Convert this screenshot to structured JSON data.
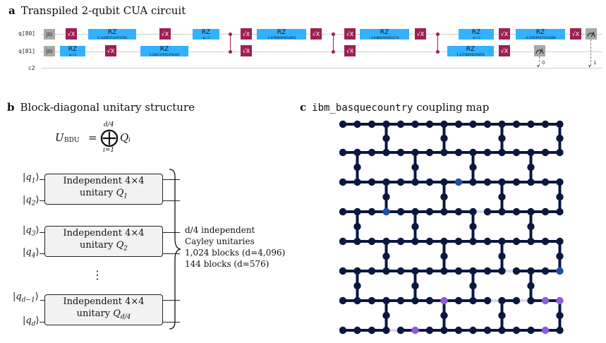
{
  "panel_a": {
    "letter": "a",
    "title": "Transpiled 2-qubit CUA circuit",
    "qubit0_label": "q[80]",
    "qubit1_label": "q[81]",
    "creg_label": "c2",
    "init_label": "|0⟩",
    "sx_label": "√X",
    "rz_label": "RZ",
    "params": [
      "0.142855514973784",
      "pi / 2",
      "0.284117951370446",
      "-pi / 2",
      "-2.97968493914852",
      "-3.03864591851274",
      "-pi / 2",
      "1.12736656290878",
      "-0.419166373412489"
    ],
    "meas_index_0": "0",
    "meas_index_1": "1"
  },
  "panel_b": {
    "letter": "b",
    "title": "Block-diagonal unitary structure",
    "formula_lhs": "U",
    "formula_sub": "BDU",
    "formula_eq": "=",
    "formula_op": "⨁",
    "formula_top": "d/4",
    "formula_bottom": "i=1",
    "formula_rhs": "Q",
    "formula_rhs_sub": "i",
    "block_line1": "Independent 4×4",
    "block_line2": "unitary",
    "blocks": [
      {
        "q_a": "q",
        "sub_a": "1",
        "q_b": "q",
        "sub_b": "2",
        "Q": "Q",
        "Qsub": "1"
      },
      {
        "q_a": "q",
        "sub_a": "3",
        "q_b": "q",
        "sub_b": "4",
        "Q": "Q",
        "Qsub": "2"
      },
      {
        "q_a": "q",
        "sub_a": "d−1",
        "q_b": "q",
        "sub_b": "d",
        "Q": "Q",
        "Qsub": "d/4"
      }
    ],
    "vdots": "⋮",
    "annotation_line1": "d/4 independent",
    "annotation_line2": "Cayley unitaries",
    "annotation_line3": "1,024 blocks (d=4,096)",
    "annotation_line4": "144 blocks (d=576)"
  },
  "panel_c": {
    "letter": "c",
    "title_mono": "ibm_basquecountry",
    "title_rest": " coupling map",
    "colors": {
      "node": "#0b1740",
      "edge": "#0b1740",
      "edge_light": "#d9dcea",
      "accent": "#8c5be0",
      "blue": "#1f4fa8"
    }
  }
}
